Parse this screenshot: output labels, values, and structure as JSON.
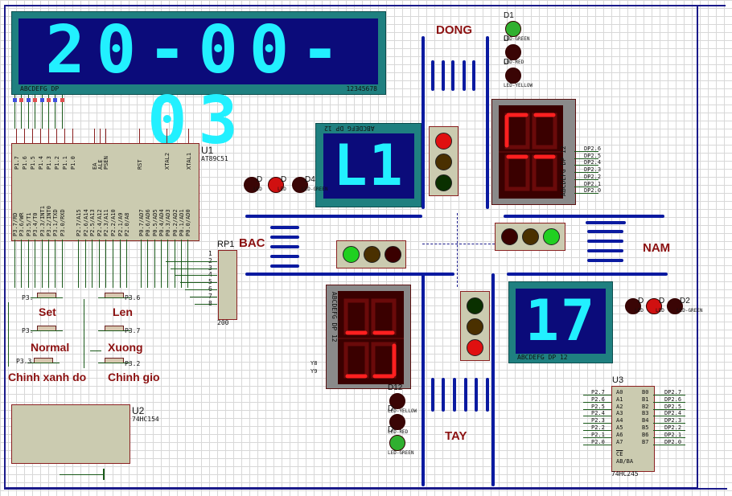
{
  "main_display": {
    "value": "20-00-03",
    "segment_label": "ABCDEFG  DP",
    "digit_label": "12345678"
  },
  "u1": {
    "ref": "U1",
    "part": "AT89C51",
    "top_pins": [
      "P1.7",
      "P1.6",
      "P1.5",
      "P1.4",
      "P1.3",
      "P1.2",
      "P1.1",
      "P1.0",
      "EA",
      "ALE",
      "PSEN",
      "RST",
      "XTAL2",
      "XTAL1"
    ],
    "bottom_pins": [
      "P3.7/RD",
      "P3.6/WR",
      "P3.5/T1",
      "P3.4/T0",
      "P3.3/INT1",
      "P3.2/INT0",
      "P3.1/TXD",
      "P3.0/RXD",
      "P2.7/A15",
      "P2.6/A14",
      "P2.5/A13",
      "P2.4/A12",
      "P2.3/A11",
      "P2.2/A10",
      "P2.1/A9",
      "P2.0/A8",
      "P0.7/AD7",
      "P0.6/AD6",
      "P0.5/AD5",
      "P0.4/AD4",
      "P0.3/AD3",
      "P0.2/AD2",
      "P0.1/AD1",
      "P0.0/AD0"
    ]
  },
  "u2": {
    "ref": "U2",
    "part": "74HC154"
  },
  "u3": {
    "ref": "U3",
    "part": "74HC245",
    "a_pins": [
      "A0",
      "A1",
      "A2",
      "A3",
      "A4",
      "A5",
      "A6",
      "A7"
    ],
    "b_pins": [
      "B0",
      "B1",
      "B2",
      "B3",
      "B4",
      "B5",
      "B6",
      "B7"
    ],
    "inputs": [
      "P2.7",
      "P2.6",
      "P2.5",
      "P2.4",
      "P2.3",
      "P2.2",
      "P2.1",
      "P2.0"
    ],
    "outputs": [
      "DP2.7",
      "DP2.6",
      "DP2.5",
      "DP2.4",
      "DP2.3",
      "DP2.2",
      "DP2.1",
      "DP2.0"
    ],
    "ctrl": [
      "CE",
      "AB/BA"
    ]
  },
  "rp1": {
    "ref": "RP1",
    "value": "200",
    "pins": [
      "1",
      "2",
      "3",
      "4",
      "5",
      "6",
      "7",
      "8"
    ]
  },
  "buttons": [
    {
      "label": "Set",
      "pin": "P3."
    },
    {
      "label": "Len",
      "pin": "P3.6"
    },
    {
      "label": "Normal",
      "pin": "P3."
    },
    {
      "label": "Xuong",
      "pin": "P3.7"
    },
    {
      "label": "Chinh xanh do",
      "pin": "P3.3"
    },
    {
      "label": "Chinh gio",
      "pin": "P3.2"
    }
  ],
  "directions": {
    "north": "DONG",
    "south": "TAY",
    "west": "BAC",
    "east": "NAM"
  },
  "displays": {
    "bac": {
      "value": "L1",
      "label_top": "ABCDEFG  DP    12",
      "color": "#22f0ff"
    },
    "dong": {
      "value": "88",
      "lit": "partial",
      "label": "ABCDEFG  DP    12",
      "pins": [
        "DP2.6",
        "DP2.5",
        "DP2.4",
        "DP2.3",
        "DP2.2",
        "DP2.1",
        "DP2.0"
      ]
    },
    "tay": {
      "value": "88",
      "lit": "partial",
      "label": "ABCDEFG  DP    12",
      "pins": [
        "Y8",
        "Y9"
      ]
    },
    "nam": {
      "value": "17",
      "label": "ABCDEFG  DP      12",
      "color": "#22f0ff"
    }
  },
  "traffic_lights": {
    "dong": {
      "states": [
        "red-on",
        "yellow-off",
        "green-off"
      ],
      "pins": [
        "4",
        "5",
        "6"
      ]
    },
    "bac": {
      "states": [
        "green-on",
        "yellow-off",
        "red-off"
      ],
      "pins": [
        "3",
        "2",
        "1"
      ]
    },
    "nam": {
      "states": [
        "red-off",
        "yellow-off",
        "green-on"
      ],
      "pins": [
        "1",
        "2",
        "3"
      ]
    },
    "tay": {
      "states": [
        "green-off",
        "yellow-off",
        "red-on"
      ],
      "pins": [
        "6",
        "5",
        "4"
      ]
    }
  },
  "leds": {
    "dong": [
      {
        "ref": "D1",
        "type": "LED-GREEN",
        "on": true
      },
      {
        "ref": "D",
        "type": "LED-RED",
        "on": false
      },
      {
        "ref": "D",
        "type": "LED-YELLOW",
        "on": false
      }
    ],
    "bac": [
      {
        "ref": "D",
        "type": "LED",
        "on": false
      },
      {
        "ref": "D",
        "type": "LED",
        "on": true
      },
      {
        "ref": "D4",
        "type": "LED-GREEN",
        "on": false
      }
    ],
    "tay": [
      {
        "ref": "D12",
        "type": "LED-YELLOW",
        "on": false
      },
      {
        "ref": "D",
        "type": "LED-RED",
        "on": false
      },
      {
        "ref": "D",
        "type": "LED-GREEN",
        "on": true
      }
    ],
    "nam": [
      {
        "ref": "D",
        "type": "LED",
        "on": false
      },
      {
        "ref": "D",
        "type": "LED",
        "on": true
      },
      {
        "ref": "D2",
        "type": "LED-GREEN",
        "on": false
      }
    ]
  },
  "colors": {
    "road": "#0a1aa0",
    "label": "#8b1010",
    "lcd_bg": "#0b0b7a",
    "lcd_frame": "#1f8080",
    "lcd_seg": "#22f0ff",
    "red_seg": "#ff2020",
    "chip": "#cbcbb0"
  }
}
